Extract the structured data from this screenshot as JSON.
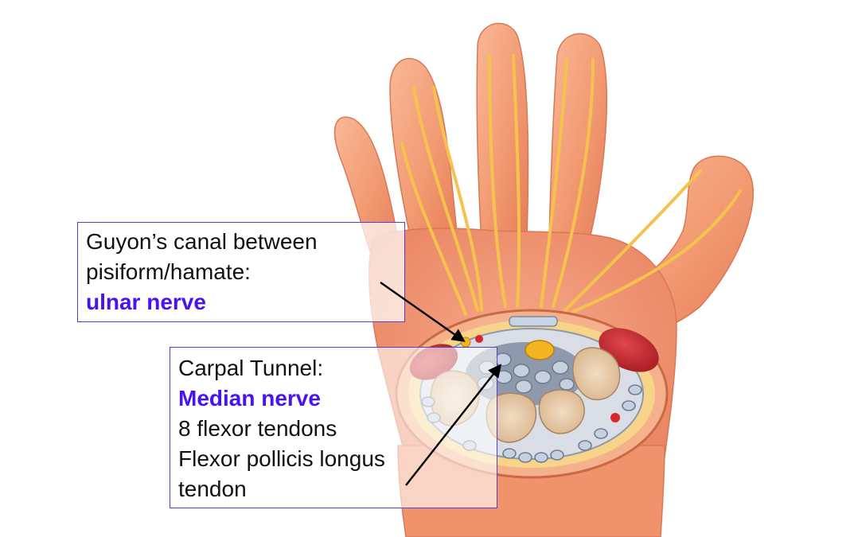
{
  "labels": {
    "guyon": {
      "lines": [
        "Guyon’s canal between",
        "pisiform/hamate:"
      ],
      "accent": "ulnar nerve"
    },
    "carpal": {
      "title": "Carpal Tunnel:",
      "accent": "Median nerve",
      "lines": [
        "8 flexor tendons",
        "Flexor pollicis longus",
        "tendon"
      ]
    }
  },
  "colors": {
    "accent_text": "#4a12ee",
    "box_border": "#5a3fc4",
    "skin": "#f4a37e",
    "nerve": "#f7d06a",
    "muscle": "#c0242a",
    "bone": "#e8c9a6",
    "tendon": "#b9c6d8"
  }
}
